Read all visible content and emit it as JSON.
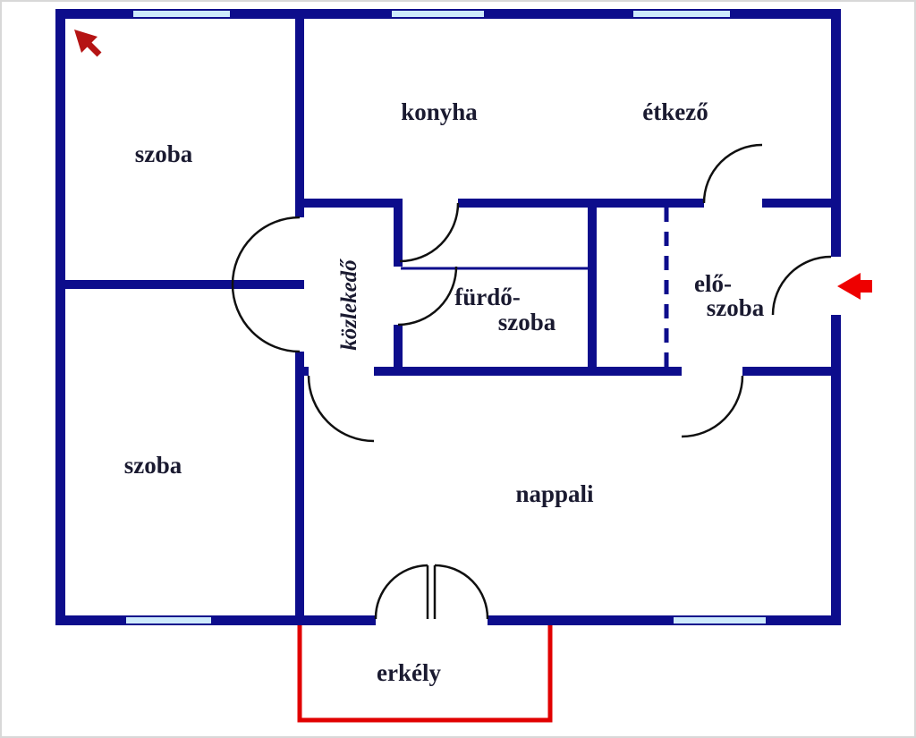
{
  "colors": {
    "wall": "#0d0d8c",
    "window": "#cdeafc",
    "door": "#101010",
    "label": "#1a1a30",
    "balcony": "#e10000",
    "entry_arrow": "#ee0000",
    "corner_arrow": "#b51414",
    "background": "#ffffff",
    "frame": "#d8d8d8"
  },
  "rooms": {
    "szoba_top": {
      "label": "szoba"
    },
    "konyha": {
      "label": "konyha"
    },
    "etkezo": {
      "label": "étkező"
    },
    "kozlekedo": {
      "label": "közlekedő"
    },
    "furdoszoba": {
      "line1": "fürdő-",
      "line2": "szoba"
    },
    "eloszoba": {
      "line1": "elő-",
      "line2": "szoba"
    },
    "szoba_bottom": {
      "label": "szoba"
    },
    "nappali": {
      "label": "nappali"
    },
    "erkely": {
      "label": "erkély"
    }
  }
}
